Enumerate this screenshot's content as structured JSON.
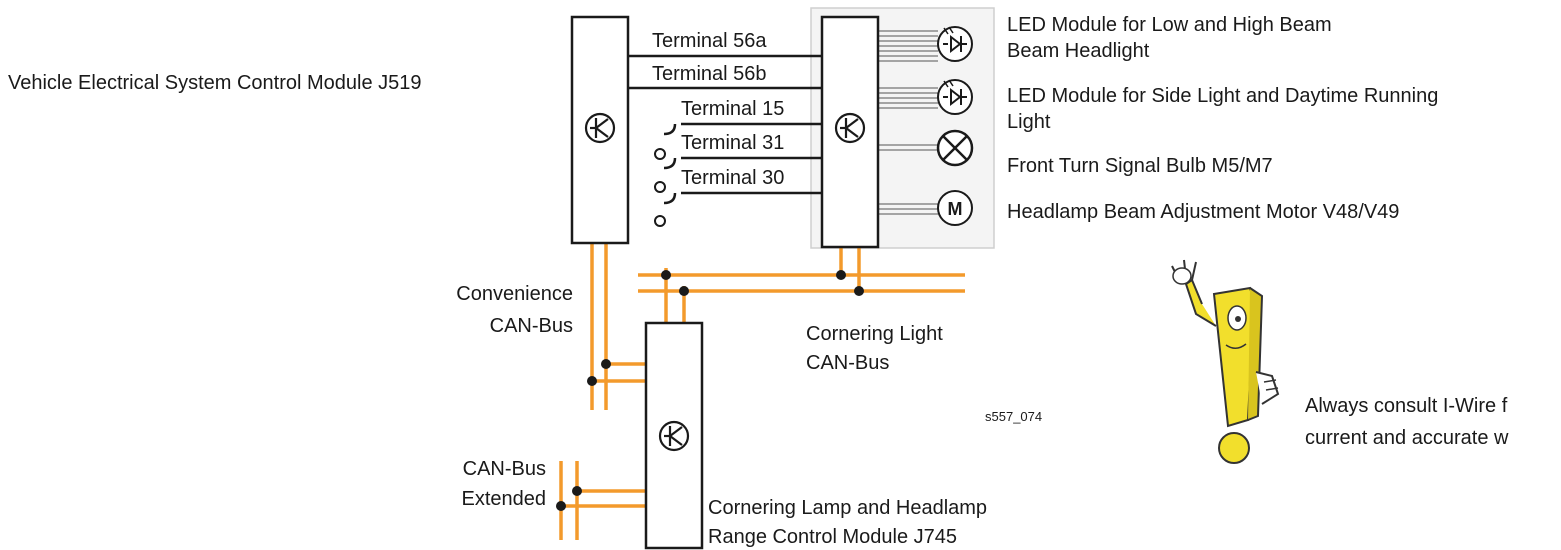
{
  "modules": {
    "j519": "Vehicle Electrical System Control Module J519",
    "j745_line1": "Cornering Lamp and Headlamp",
    "j745_line2": "Range Control Module J745"
  },
  "terminals": [
    "Terminal 56a",
    "Terminal 56b",
    "Terminal 15",
    "Terminal 31",
    "Terminal 30"
  ],
  "outputs": {
    "led_low_high": "LED Module for Low and High Beam Beam Headlight",
    "led_side_drl": "LED Module for Side Light and Daytime Running Light",
    "turn_bulb": "Front Turn Signal Bulb M5/M7",
    "motor": "Headlamp Beam Adjustment Motor V48/V49",
    "motor_symbol": "M"
  },
  "buses": {
    "convenience_line1": "Convenience",
    "convenience_line2": "CAN-Bus",
    "cornering_line1": "Cornering Light",
    "cornering_line2": "CAN-Bus",
    "extended_line1": "CAN-Bus",
    "extended_line2": "Extended"
  },
  "figure_id": "s557_074",
  "note": {
    "line1": "Always consult I-Wire f",
    "line2": "current and accurate w"
  },
  "colors": {
    "can_bus": "#f39a2c",
    "wire": "#1a1a1a",
    "panel_border": "#cfcfcf",
    "mascot_yellow": "#f2df2c"
  }
}
